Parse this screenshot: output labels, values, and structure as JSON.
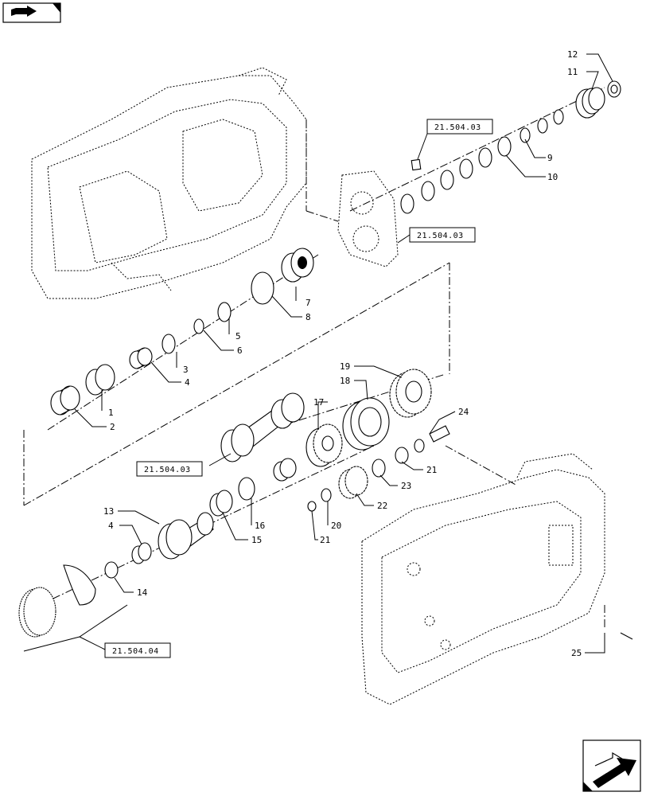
{
  "nav": {
    "top_icon": "book-forward-icon",
    "bottom_icon": "next-page-arrow-icon"
  },
  "refs": {
    "r1": "21.504.03",
    "r2": "21.504.03",
    "r3": "21.504.03",
    "r4": "21.504.04"
  },
  "callouts": {
    "c1": "1",
    "c2": "2",
    "c3": "3",
    "c4a": "4",
    "c4b": "4",
    "c5": "5",
    "c6": "6",
    "c7": "7",
    "c8": "8",
    "c9": "9",
    "c10": "10",
    "c11": "11",
    "c12": "12",
    "c13": "13",
    "c14": "14",
    "c15": "15",
    "c16": "16",
    "c17": "17",
    "c18": "18",
    "c19": "19",
    "c20": "20",
    "c21a": "21",
    "c21b": "21",
    "c22": "22",
    "c23": "23",
    "c24": "24",
    "c25": "25"
  }
}
